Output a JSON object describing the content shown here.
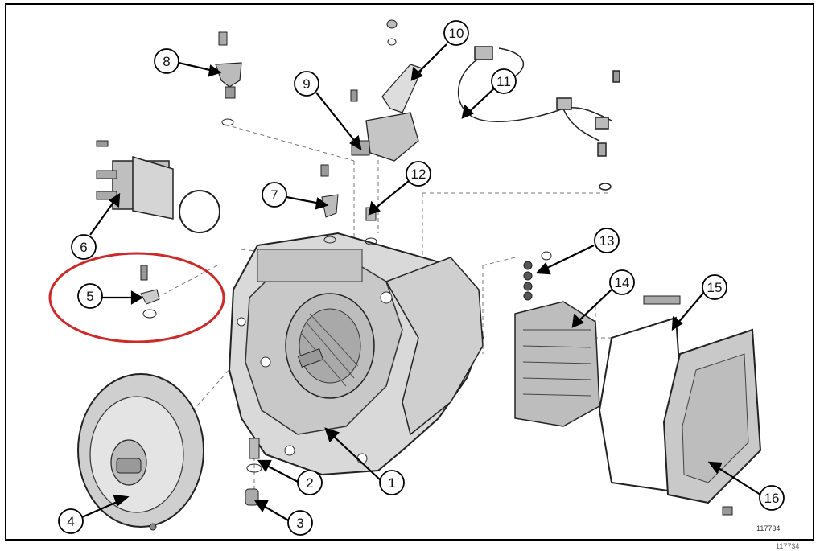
{
  "diagram": {
    "callouts": [
      {
        "id": "c1",
        "label": "1"
      },
      {
        "id": "c2",
        "label": "2"
      },
      {
        "id": "c3",
        "label": "3"
      },
      {
        "id": "c4",
        "label": "4"
      },
      {
        "id": "c5",
        "label": "5"
      },
      {
        "id": "c6",
        "label": "6"
      },
      {
        "id": "c7",
        "label": "7"
      },
      {
        "id": "c8",
        "label": "8"
      },
      {
        "id": "c9",
        "label": "9"
      },
      {
        "id": "c10",
        "label": "10"
      },
      {
        "id": "c11",
        "label": "11"
      },
      {
        "id": "c12",
        "label": "12"
      },
      {
        "id": "c13",
        "label": "13"
      },
      {
        "id": "c14",
        "label": "14"
      },
      {
        "id": "c15",
        "label": "15"
      },
      {
        "id": "c16",
        "label": "16"
      }
    ],
    "reference_number": "117734",
    "reference_number_cropped": "117734",
    "highlight_color": "#cc2a2a"
  }
}
